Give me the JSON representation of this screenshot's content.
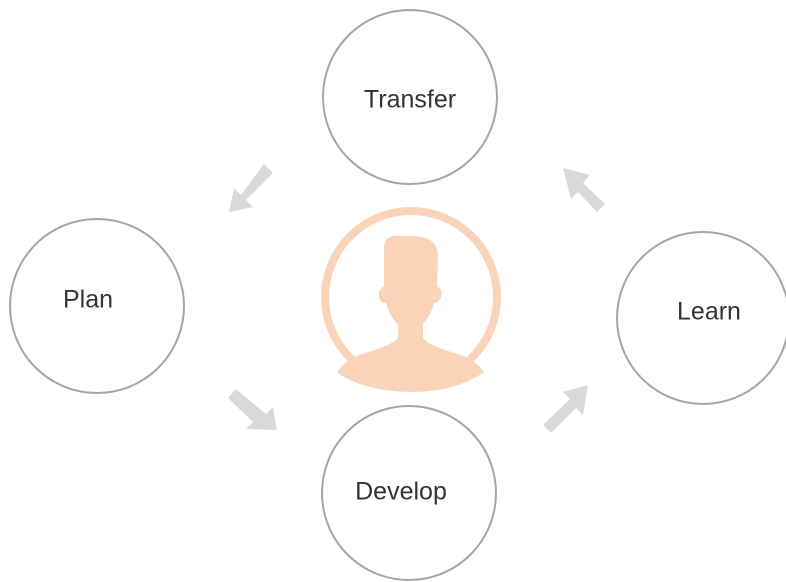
{
  "diagram": {
    "type": "cycle",
    "center_icon": "person-avatar-icon",
    "nodes": {
      "transfer": "Transfer",
      "plan": "Plan",
      "develop": "Develop",
      "learn": "Learn"
    },
    "edges": [
      {
        "from": "transfer",
        "to": "plan",
        "icon": "arrow-down-left-icon"
      },
      {
        "from": "plan",
        "to": "develop",
        "icon": "arrow-down-right-icon"
      },
      {
        "from": "develop",
        "to": "learn",
        "icon": "arrow-up-right-icon"
      },
      {
        "from": "learn",
        "to": "transfer",
        "icon": "arrow-up-left-icon"
      }
    ],
    "colors": {
      "circle_stroke": "#a6a6a6",
      "arrow": "#d9d9d9",
      "accent": "#fbd3b8",
      "text": "#333333"
    }
  }
}
